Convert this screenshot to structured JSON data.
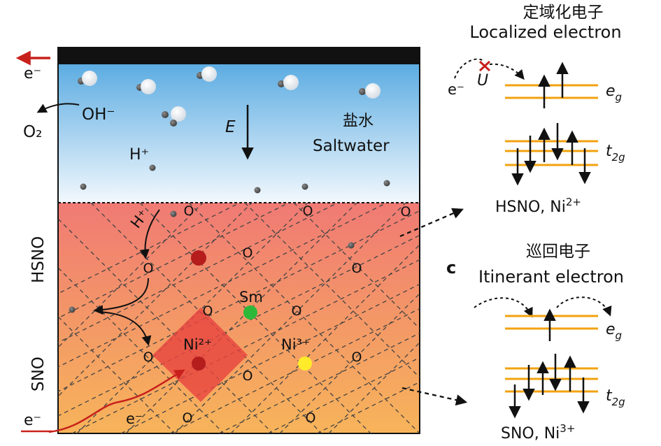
{
  "left_panel": {
    "electron_top": "e⁻",
    "electron_bottom": "e⁻",
    "electron_inner": "e⁻",
    "o2": "O₂",
    "hydroxide": "OH⁻",
    "proton_water": "H⁺",
    "proton_layer": "H⁺",
    "field": "E",
    "saltwater_cn": "盐水",
    "saltwater_en": "Saltwater",
    "layer_top": "HSNO",
    "layer_bottom": "SNO",
    "oxygen": "O",
    "sm": "Sm",
    "ni2": "Ni²⁺",
    "ni3": "Ni³⁺"
  },
  "right_panel": {
    "localized_cn": "定域化电子",
    "localized_en": "Localized electron",
    "electron": "e⁻",
    "hubbard": "U",
    "eg": "e",
    "eg_sub": "g",
    "t2g": "t",
    "t2g_sub": "2g",
    "hsno_label": "HSNO, Ni",
    "hsno_sup": "2+",
    "panel_letter": "c",
    "itinerant_cn": "巡回电子",
    "itinerant_en": "Itinerant electron",
    "sno_label": "SNO, Ni",
    "sno_sup": "3+"
  },
  "colors": {
    "water_top": "#4aa3df",
    "water_bottom": "#f2f8fd",
    "film_top": "#f07a74",
    "film_bottom": "#f7b45a",
    "electrode": "#111111",
    "level": "#f2a20f",
    "arrow_red": "#c8211c",
    "ni2_atom": "#b51c1c",
    "sm_atom": "#2db83a",
    "ni3_atom": "#ffeb2a",
    "cross": "#c8211c"
  }
}
